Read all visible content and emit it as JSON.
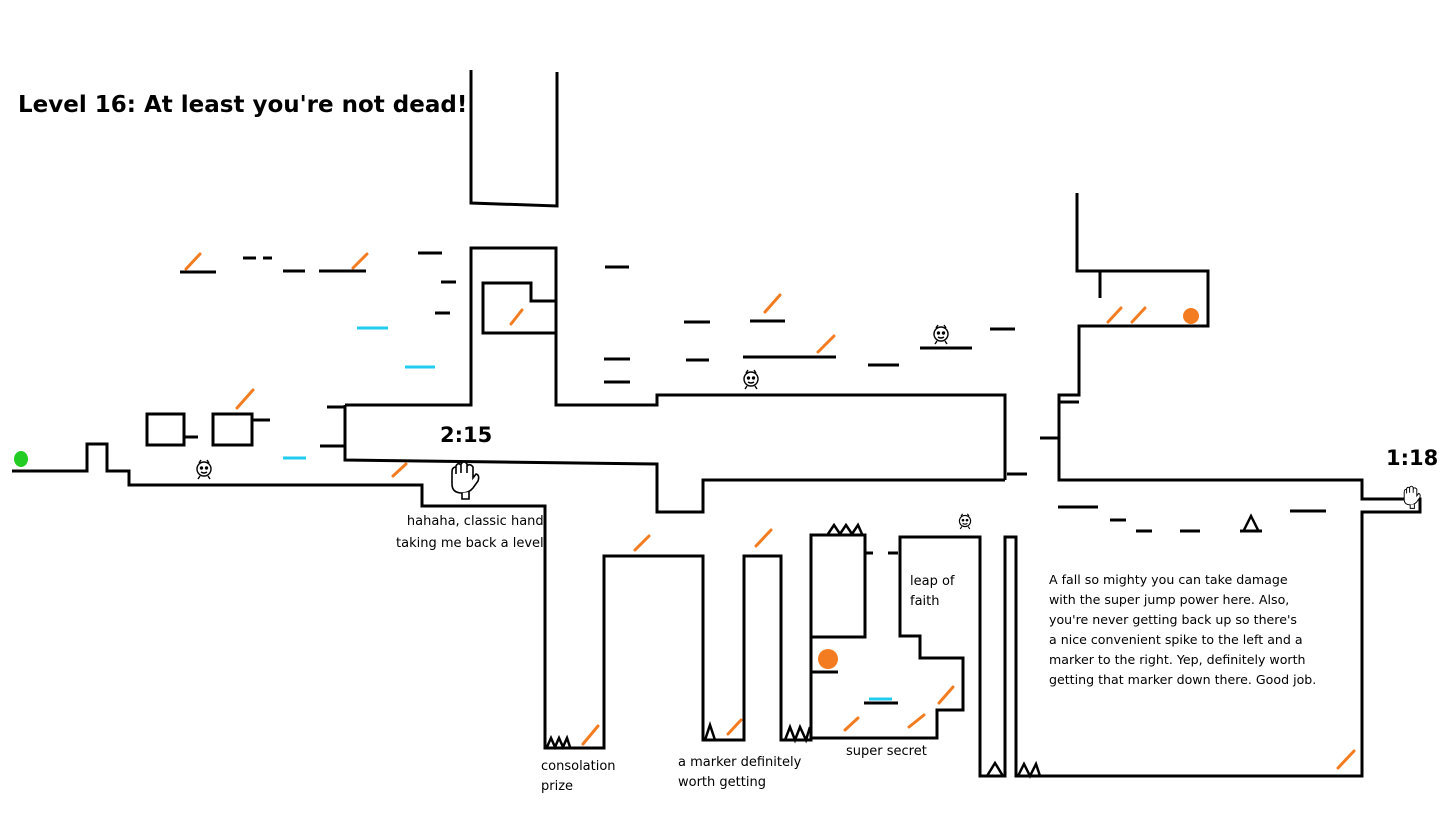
{
  "title": "Level 16: At least you're not dead!",
  "timers": {
    "main": "2:15",
    "right": "1:18"
  },
  "notes": {
    "hand": "hahaha, classic hand\ntaking me back a level",
    "consolation": "consolation\nprize",
    "marker": "a marker definitely\nworth getting",
    "secret": "super secret",
    "leap": "leap of\nfaith",
    "fall": "A fall so mighty you can take damage\nwith the super jump power here. Also,\nyou're never getting back up so there's\na nice convenient spike to the left and a\nmarker to the right. Yep, definitely worth\ngetting that marker down there. Good job."
  },
  "colors": {
    "wall": "#000000",
    "marker": "#f47c20",
    "platform_cyan": "#22ccee",
    "player_start": "#22cc22",
    "orb": "#f47c20"
  },
  "icons": [
    "marker-stroke",
    "enemy-face",
    "hand-icon",
    "spike-icon",
    "orb",
    "start-dot"
  ]
}
